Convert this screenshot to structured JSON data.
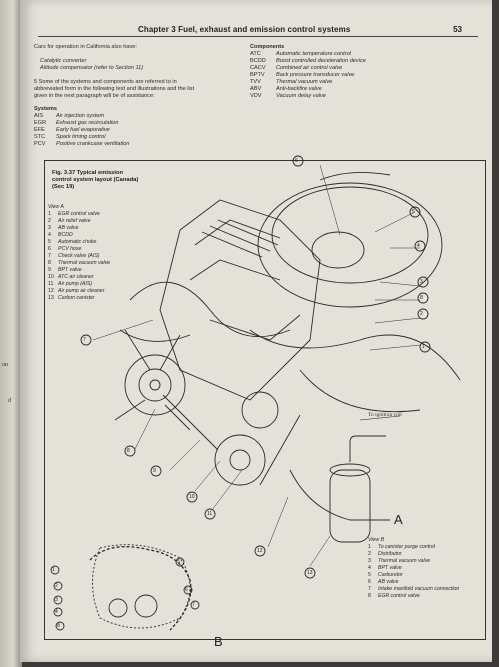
{
  "header": {
    "title": "Chapter 3  Fuel, exhaust and emission control systems",
    "page_number": "53"
  },
  "left_text": {
    "cars_line": "Cars for operation in California also have:",
    "options": [
      "Catalytic converter",
      "Altitude compensator (refer to Section 11)"
    ],
    "para": [
      "5  Some of the systems and components are referred to in",
      "abbreviated form in the following text and illustrations and the list",
      "given in the next paragraph will be of assistance:"
    ],
    "systems_heading": "Systems",
    "systems": [
      {
        "abbr": "AIS",
        "name": "Air injection system"
      },
      {
        "abbr": "EGR",
        "name": "Exhaust gas recirculation"
      },
      {
        "abbr": "EFE",
        "name": "Early fuel evaporative"
      },
      {
        "abbr": "STC",
        "name": "Spark timing control"
      },
      {
        "abbr": "PCV",
        "name": "Positive crankcase ventilation"
      }
    ]
  },
  "components": {
    "heading": "Components",
    "items": [
      {
        "abbr": "ATC",
        "name": "Automatic temperature control"
      },
      {
        "abbr": "BCDD",
        "name": "Boost controlled deceleration device"
      },
      {
        "abbr": "CACV",
        "name": "Combined air control valve"
      },
      {
        "abbr": "BPTV",
        "name": "Back pressure transducer valve"
      },
      {
        "abbr": "TVV",
        "name": "Thermal vacuum valve"
      },
      {
        "abbr": "ABV",
        "name": "Anti-backfire valve"
      },
      {
        "abbr": "VDV",
        "name": "Vacuum delay valve"
      }
    ]
  },
  "figure": {
    "caption": "Fig. 3.37 Typical emission control system layout (Canada) (Sec 19)",
    "view_a_heading": "View A",
    "view_a_items": [
      "EGR control valve",
      "Air relief valve",
      "AB valve",
      "BCDD",
      "Automatic choke",
      "PCV hose",
      "Check valve (AIS)",
      "Thermal vacuum valve",
      "BPT valve",
      "ATC air cleaner",
      "Air pump (AIS)",
      "Air pump air cleaner",
      "Carbon canister"
    ],
    "view_b_heading": "View B",
    "view_b_items": [
      "To canister purge control",
      "Distributor",
      "Thermal vacuum valve",
      "BPT valve",
      "Carburetor",
      "AB valve",
      "Intake manifold vacuum connection",
      "EGR control valve"
    ],
    "ignition_note": "To ignition coil",
    "label_a": "A",
    "label_b": "B",
    "callouts_a": [
      "6",
      "5",
      "4",
      "3",
      "8",
      "2",
      "1",
      "7",
      "8",
      "9",
      "10",
      "11",
      "12",
      "13"
    ],
    "callouts_b": [
      "1",
      "2",
      "3",
      "4",
      "5",
      "6",
      "7",
      "8"
    ]
  },
  "margin_fragments": [
    "on",
    "d"
  ]
}
